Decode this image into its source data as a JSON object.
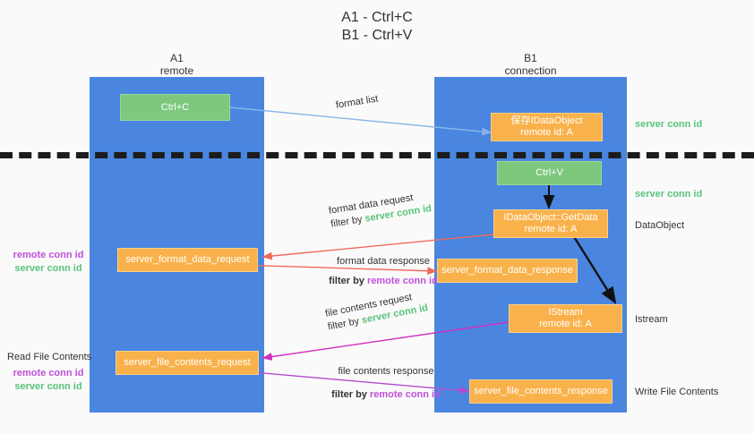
{
  "title": {
    "line1": "A1 - Ctrl+C",
    "line2": "B1 - Ctrl+V"
  },
  "lanes": [
    {
      "name": "A1",
      "sub": "remote"
    },
    {
      "name": "B1",
      "sub": "connection"
    }
  ],
  "nodes": {
    "ctrl_c": "Ctrl+C",
    "ctrl_v": "Ctrl+V",
    "save_idataobject_l1": "保存IDataObject",
    "save_idataobject_l2": "remote id: A",
    "getdata_l1": "IDataObject::GetData",
    "getdata_l2": "remote id: A",
    "istream_l1": "IStream",
    "istream_l2": "remote id: A",
    "server_format_data_request": "server_format_data_request",
    "server_format_data_response": "server_format_data_response",
    "server_file_contents_request": "server_file_contents_request",
    "server_file_contents_response": "server_file_contents_response"
  },
  "edge_labels": {
    "format_list": "format list",
    "format_data_request": "format data request",
    "format_data_response": "format data response",
    "file_contents_request": "file contents request",
    "file_contents_response": "file contents response",
    "filter_by": "filter by ",
    "server_conn_id": "server conn id",
    "remote_conn_id": "remote conn id"
  },
  "side_labels": {
    "server_conn_id_top": "server conn id",
    "server_conn_id_mid": "server conn id",
    "dataobject": "DataObject",
    "istream": "Istream",
    "write_file_contents": "Write File Contents",
    "read_file_contents": "Read File Contents",
    "remote_conn_id": "remote conn id",
    "server_conn_id": "server conn id"
  },
  "colors": {
    "lane": "#4a86e0",
    "green_node": "#7ec87e",
    "orange_node": "#f9b24b",
    "green_text": "#57c47a",
    "purple_text": "#c050d8",
    "arrow_blue": "#8ab4e8",
    "arrow_red": "#ef6a5a",
    "arrow_magenta": "#d12fc0",
    "arrow_purple": "#b44bd0",
    "arrow_black": "#111111",
    "background": "#fafafa"
  }
}
